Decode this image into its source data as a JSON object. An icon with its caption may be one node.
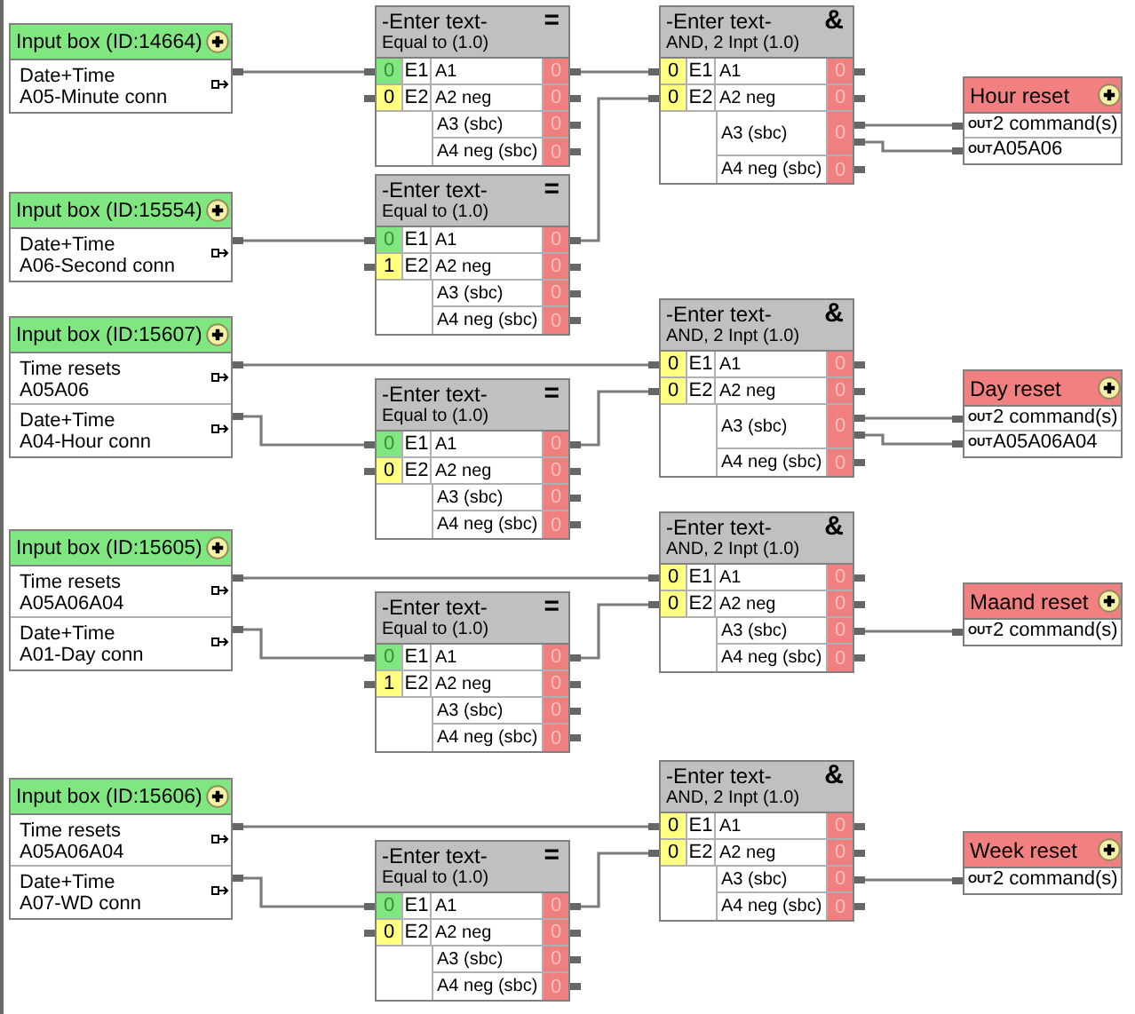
{
  "diagram": {
    "nodes": [
      {
        "text": [
          "Input box (ID:14664)"
        ]
      },
      {
        "text": [
          "Date+Time",
          "A05-Minute conn"
        ],
        "in": 0
      },
      {
        "text": [
          "-Enter text-",
          "Equal to (1.0)",
          "="
        ]
      },
      {
        "text": [
          "0",
          "E1",
          "A1",
          "0"
        ],
        "in": 2
      },
      {
        "text": [
          "0",
          "E2",
          "A2 neg",
          "0"
        ],
        "in": 2
      },
      {
        "text": [
          "A3 (sbc)",
          "0"
        ],
        "in": 2
      },
      {
        "text": [
          "A4 neg (sbc)",
          "0"
        ],
        "in": 2
      },
      {
        "text": [
          "-Enter text-",
          "AND, 2 Inpt (1.0)",
          "&"
        ]
      },
      {
        "text": [
          "0",
          "E1",
          "A1",
          "0"
        ],
        "in": 7
      },
      {
        "text": [
          "0",
          "E2",
          "A2 neg",
          "0"
        ],
        "in": 7
      },
      {
        "text": [
          "A3 (sbc)",
          "0"
        ],
        "in": 7
      },
      {
        "text": [
          "A4 neg (sbc)",
          "0"
        ],
        "in": 7
      },
      {
        "text": [
          "Hour reset"
        ]
      },
      {
        "text": [
          "OUT",
          "2 command(s)"
        ],
        "in": 12
      },
      {
        "text": [
          "OUT",
          "A05A06"
        ],
        "in": 12
      },
      {
        "text": [
          "Input box (ID:15554)"
        ]
      },
      {
        "text": [
          "Date+Time",
          "A06-Second conn"
        ],
        "in": 15
      },
      {
        "text": [
          "-Enter text-",
          "Equal to (1.0)",
          "="
        ]
      },
      {
        "text": [
          "0",
          "E1",
          "A1",
          "0"
        ],
        "in": 17
      },
      {
        "text": [
          "1",
          "E2",
          "A2 neg",
          "0"
        ],
        "in": 17
      },
      {
        "text": [
          "A3 (sbc)",
          "0"
        ],
        "in": 17
      },
      {
        "text": [
          "A4 neg (sbc)",
          "0"
        ],
        "in": 17
      },
      {
        "text": [
          "Input box (ID:15607)"
        ]
      },
      {
        "text": [
          "Time resets",
          "A05A06"
        ],
        "in": 22
      },
      {
        "text": [
          "Date+Time",
          "A04-Hour conn"
        ],
        "in": 22
      },
      {
        "text": [
          "-Enter text-",
          "AND, 2 Inpt (1.0)",
          "&"
        ]
      },
      {
        "text": [
          "0",
          "E1",
          "A1",
          "0"
        ],
        "in": 25
      },
      {
        "text": [
          "0",
          "E2",
          "A2 neg",
          "0"
        ],
        "in": 25
      },
      {
        "text": [
          "A3 (sbc)",
          "0"
        ],
        "in": 25
      },
      {
        "text": [
          "A4 neg (sbc)",
          "0"
        ],
        "in": 25
      },
      {
        "text": [
          "Day reset"
        ]
      },
      {
        "text": [
          "OUT",
          "2 command(s)"
        ],
        "in": 30
      },
      {
        "text": [
          "OUT",
          "A05A06A04"
        ],
        "in": 30
      },
      {
        "text": [
          "-Enter text-",
          "Equal to (1.0)",
          "="
        ]
      },
      {
        "text": [
          "0",
          "E1",
          "A1",
          "0"
        ],
        "in": 33
      },
      {
        "text": [
          "0",
          "E2",
          "A2 neg",
          "0"
        ],
        "in": 33
      },
      {
        "text": [
          "A3 (sbc)",
          "0"
        ],
        "in": 33
      },
      {
        "text": [
          "A4 neg (sbc)",
          "0"
        ],
        "in": 33
      },
      {
        "text": [
          "Input box (ID:15605)"
        ]
      },
      {
        "text": [
          "Time resets",
          "A05A06A04"
        ],
        "in": 38
      },
      {
        "text": [
          "Date+Time",
          "A01-Day conn"
        ],
        "in": 38
      },
      {
        "text": [
          "-Enter text-",
          "AND, 2 Inpt (1.0)",
          "&"
        ]
      },
      {
        "text": [
          "0",
          "E1",
          "A1",
          "0"
        ],
        "in": 41
      },
      {
        "text": [
          "0",
          "E2",
          "A2 neg",
          "0"
        ],
        "in": 41
      },
      {
        "text": [
          "A3 (sbc)",
          "0"
        ],
        "in": 41
      },
      {
        "text": [
          "A4 neg (sbc)",
          "0"
        ],
        "in": 41
      },
      {
        "text": [
          "Maand reset"
        ]
      },
      {
        "text": [
          "OUT",
          "2 command(s)"
        ],
        "in": 46
      },
      {
        "text": [
          "-Enter text-",
          "Equal to (1.0)",
          "="
        ]
      },
      {
        "text": [
          "0",
          "E1",
          "A1",
          "0"
        ],
        "in": 48
      },
      {
        "text": [
          "1",
          "E2",
          "A2 neg",
          "0"
        ],
        "in": 48
      },
      {
        "text": [
          "A3 (sbc)",
          "0"
        ],
        "in": 48
      },
      {
        "text": [
          "A4 neg (sbc)",
          "0"
        ],
        "in": 48
      },
      {
        "text": [
          "Input box (ID:15606)"
        ]
      },
      {
        "text": [
          "Time resets",
          "A05A06A04"
        ],
        "in": 53
      },
      {
        "text": [
          "Date+Time",
          "A07-WD conn"
        ],
        "in": 53
      },
      {
        "text": [
          "-Enter text-",
          "AND, 2 Inpt (1.0)",
          "&"
        ]
      },
      {
        "text": [
          "0",
          "E1",
          "A1",
          "0"
        ],
        "in": 56
      },
      {
        "text": [
          "0",
          "E2",
          "A2 neg",
          "0"
        ],
        "in": 56
      },
      {
        "text": [
          "A3 (sbc)",
          "0"
        ],
        "in": 56
      },
      {
        "text": [
          "A4 neg (sbc)",
          "0"
        ],
        "in": 56
      },
      {
        "text": [
          "Week reset"
        ]
      },
      {
        "text": [
          "OUT",
          "2 command(s)"
        ],
        "in": 61
      },
      {
        "text": [
          "-Enter text-",
          "Equal to (1.0)",
          "="
        ]
      },
      {
        "text": [
          "0",
          "E1",
          "A1",
          "0"
        ],
        "in": 63
      },
      {
        "text": [
          "0",
          "E2",
          "A2 neg",
          "0"
        ],
        "in": 63
      },
      {
        "text": [
          "A3 (sbc)",
          "0"
        ],
        "in": 63
      },
      {
        "text": [
          "A4 neg (sbc)",
          "0"
        ],
        "in": 63
      }
    ],
    "edges": [
      {
        "from": 1,
        "to": 3,
        "arrow": "none"
      },
      {
        "from": 16,
        "to": 18,
        "arrow": "none"
      },
      {
        "from": 3,
        "to": 8,
        "arrow": "none"
      },
      {
        "from": 18,
        "to": 9,
        "arrow": "none"
      },
      {
        "from": 10,
        "to": 13,
        "arrow": "none"
      },
      {
        "from": 10,
        "to": 14,
        "arrow": "none"
      },
      {
        "from": 23,
        "to": 26,
        "arrow": "none"
      },
      {
        "from": 24,
        "to": 34,
        "arrow": "none"
      },
      {
        "from": 34,
        "to": 27,
        "arrow": "none"
      },
      {
        "from": 28,
        "to": 31,
        "arrow": "none"
      },
      {
        "from": 28,
        "to": 32,
        "arrow": "none"
      },
      {
        "from": 39,
        "to": 42,
        "arrow": "none"
      },
      {
        "from": 40,
        "to": 49,
        "arrow": "none"
      },
      {
        "from": 49,
        "to": 43,
        "arrow": "none"
      },
      {
        "from": 44,
        "to": 47,
        "arrow": "none"
      },
      {
        "from": 54,
        "to": 57,
        "arrow": "none"
      },
      {
        "from": 55,
        "to": 64,
        "arrow": "none"
      },
      {
        "from": 64,
        "to": 58,
        "arrow": "none"
      },
      {
        "from": 59,
        "to": 62,
        "arrow": "none"
      }
    ]
  }
}
